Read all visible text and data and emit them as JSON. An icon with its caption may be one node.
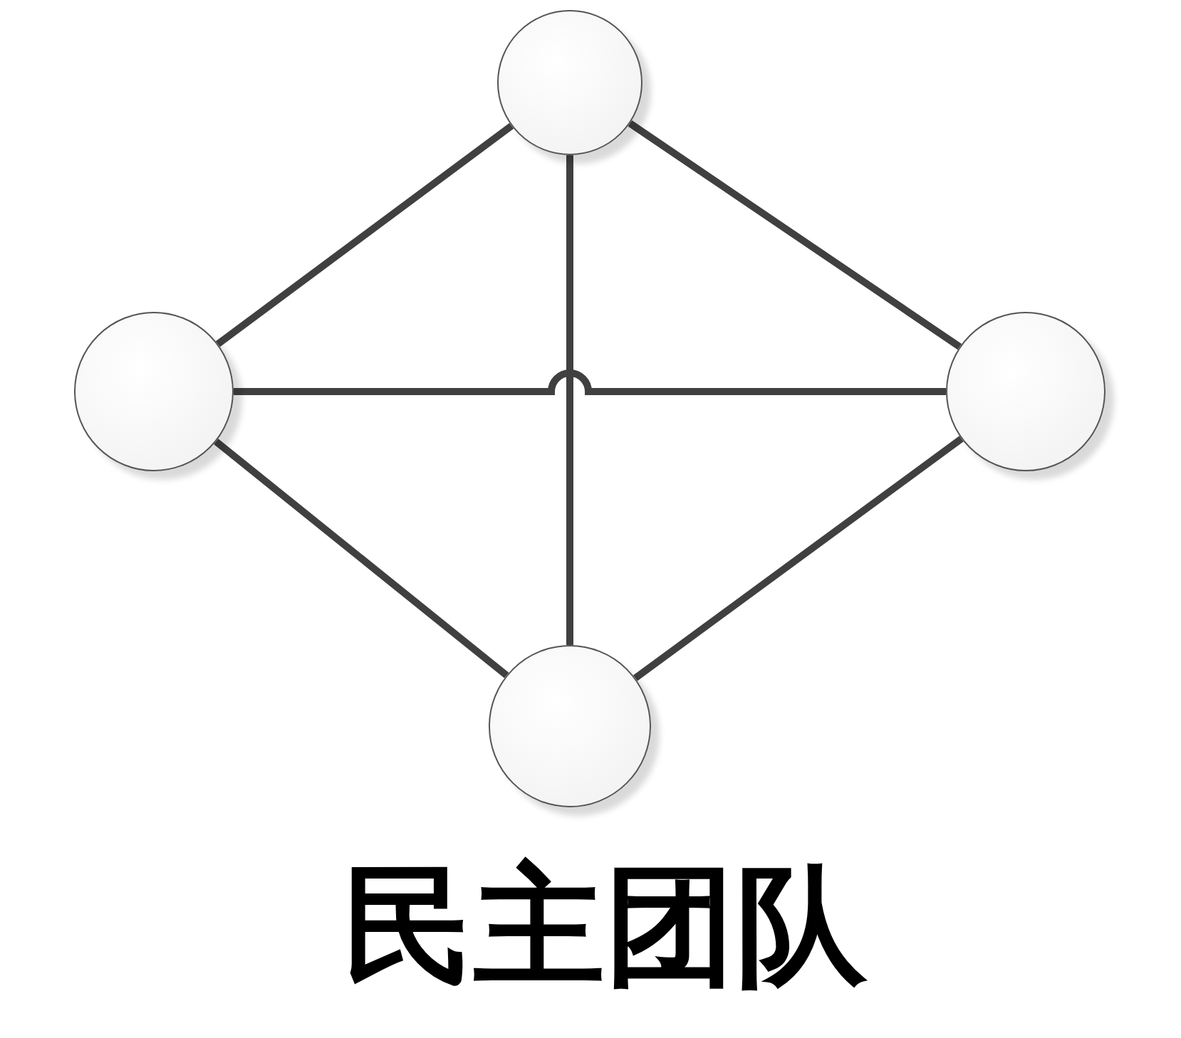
{
  "diagram": {
    "caption": "民主团队",
    "nodes": [
      {
        "text": [],
        "shape": "circle"
      },
      {
        "text": [],
        "shape": "circle"
      },
      {
        "text": [],
        "shape": "circle"
      },
      {
        "text": [],
        "shape": "circle"
      }
    ],
    "edges": [
      {
        "from": 0,
        "to": 1,
        "arrow": "none"
      },
      {
        "from": 0,
        "to": 2,
        "arrow": "none"
      },
      {
        "from": 0,
        "to": 3,
        "arrow": "none"
      },
      {
        "from": 1,
        "to": 2,
        "arrow": "none"
      },
      {
        "from": 1,
        "to": 3,
        "arrow": "none"
      },
      {
        "from": 2,
        "to": 3,
        "arrow": "none"
      }
    ]
  }
}
